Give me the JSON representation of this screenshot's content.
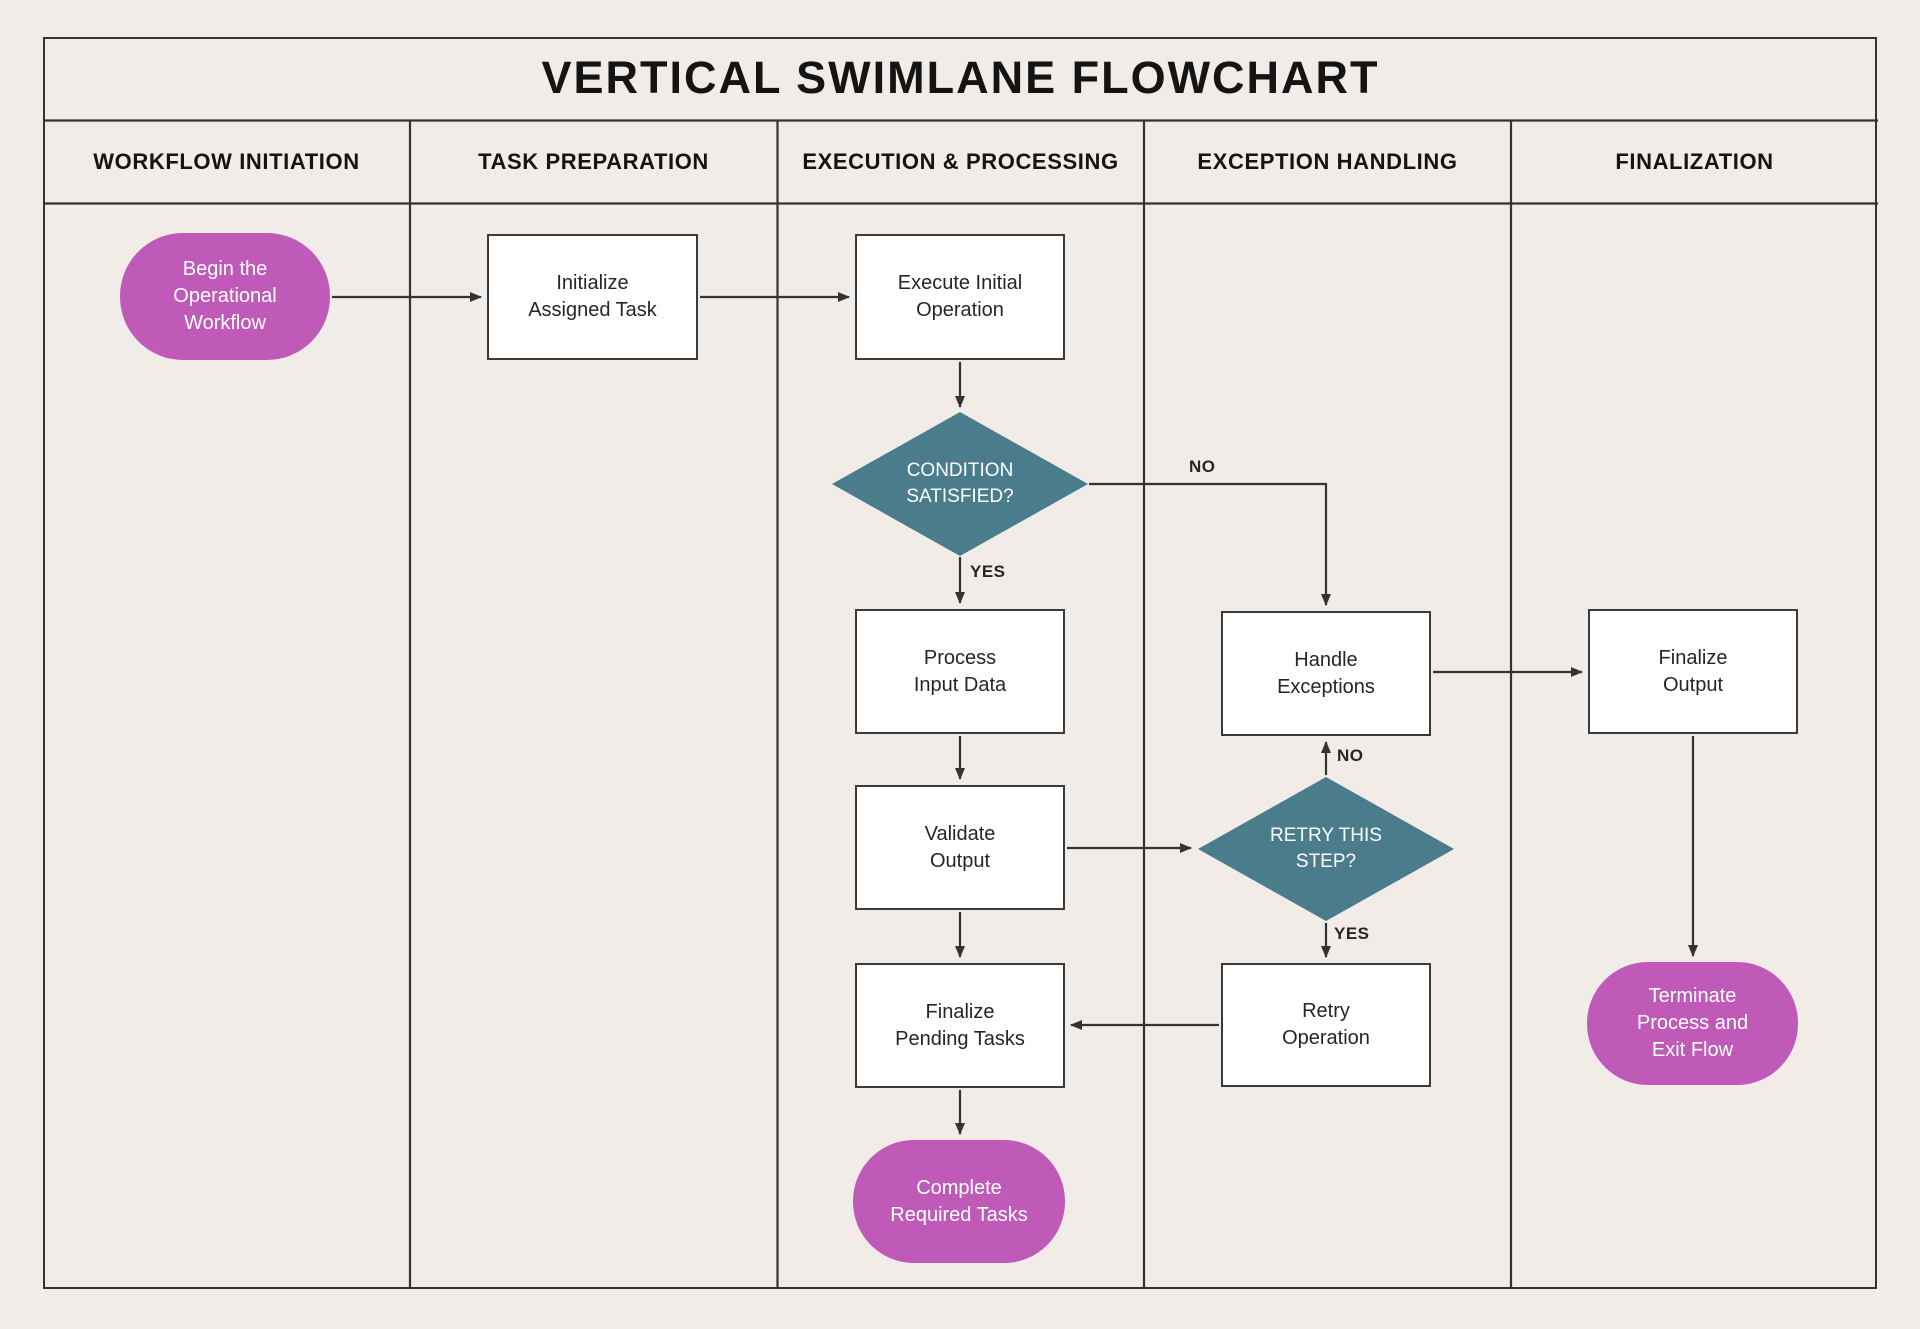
{
  "title": "VERTICAL SWIMLANE FLOWCHART",
  "lanes": [
    {
      "label": "WORKFLOW INITIATION"
    },
    {
      "label": "TASK PREPARATION"
    },
    {
      "label": "EXECUTION & PROCESSING"
    },
    {
      "label": "EXCEPTION HANDLING"
    },
    {
      "label": "FINALIZATION"
    }
  ],
  "nodes": {
    "start": {
      "label": "Begin the\nOperational\nWorkflow",
      "type": "terminator"
    },
    "initialize": {
      "label": "Initialize\nAssigned Task",
      "type": "process"
    },
    "execute": {
      "label": "Execute Initial\nOperation",
      "type": "process"
    },
    "condition": {
      "label": "CONDITION\nSATISFIED?",
      "type": "decision"
    },
    "process_input": {
      "label": "Process\nInput Data",
      "type": "process"
    },
    "validate": {
      "label": "Validate\nOutput",
      "type": "process"
    },
    "finalize_pending": {
      "label": "Finalize\nPending Tasks",
      "type": "process"
    },
    "complete": {
      "label": "Complete\nRequired Tasks",
      "type": "terminator"
    },
    "handle_exceptions": {
      "label": "Handle\nExceptions",
      "type": "process"
    },
    "retry_decision": {
      "label": "RETRY THIS\nSTEP?",
      "type": "decision"
    },
    "retry_operation": {
      "label": "Retry\nOperation",
      "type": "process"
    },
    "finalize_output": {
      "label": "Finalize\nOutput",
      "type": "process"
    },
    "terminate": {
      "label": "Terminate\nProcess and\nExit Flow",
      "type": "terminator"
    }
  },
  "edges": [
    {
      "from": "start",
      "to": "initialize",
      "label": ""
    },
    {
      "from": "initialize",
      "to": "execute",
      "label": ""
    },
    {
      "from": "execute",
      "to": "condition",
      "label": ""
    },
    {
      "from": "condition",
      "to": "process_input",
      "label": "YES"
    },
    {
      "from": "condition",
      "to": "handle_exceptions",
      "label": "NO"
    },
    {
      "from": "process_input",
      "to": "validate",
      "label": ""
    },
    {
      "from": "validate",
      "to": "retry_decision",
      "label": ""
    },
    {
      "from": "retry_decision",
      "to": "handle_exceptions",
      "label": "NO"
    },
    {
      "from": "retry_decision",
      "to": "retry_operation",
      "label": "YES"
    },
    {
      "from": "retry_operation",
      "to": "finalize_pending",
      "label": ""
    },
    {
      "from": "validate",
      "to": "finalize_pending",
      "label": ""
    },
    {
      "from": "finalize_pending",
      "to": "complete",
      "label": ""
    },
    {
      "from": "handle_exceptions",
      "to": "finalize_output",
      "label": ""
    },
    {
      "from": "finalize_output",
      "to": "terminate",
      "label": ""
    }
  ],
  "colors": {
    "background": "#f1ece8",
    "line": "#333333",
    "shape_border": "#3a3a3a",
    "process_fill": "#ffffff",
    "terminator_fill": "#c05ab8",
    "decision_fill": "#4a7c8b",
    "title_text": "#141414",
    "node_text": "#262626",
    "light_text": "#ffffff"
  }
}
